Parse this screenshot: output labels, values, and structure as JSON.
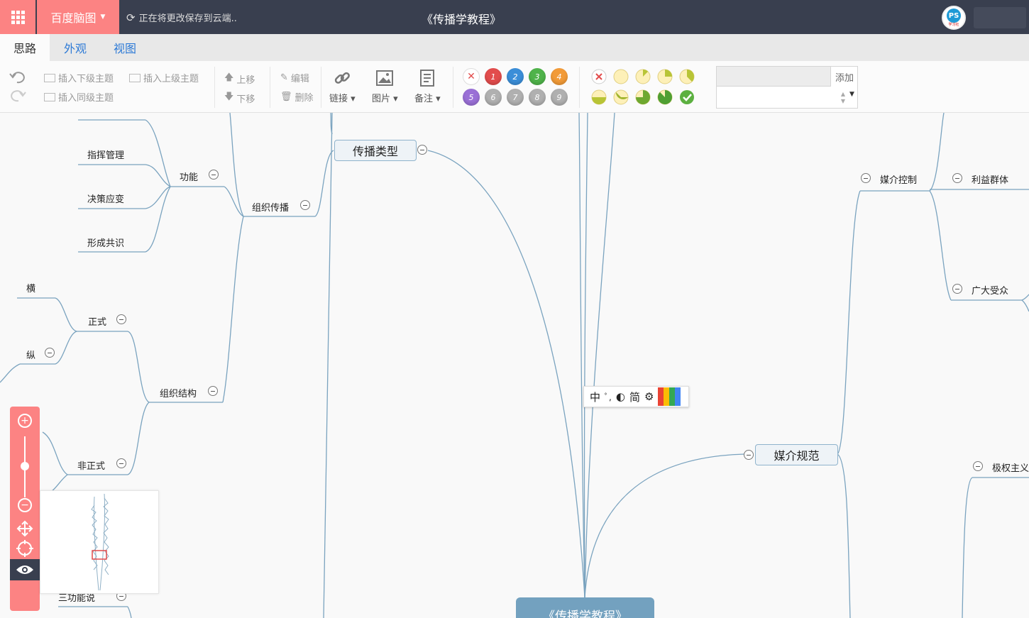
{
  "titlebar": {
    "brand": "百度脑图",
    "save_status": "正在将更改保存到云端..",
    "doc_title": "《传播学教程》",
    "avatar_text": "PS",
    "avatar_sub": "学习社",
    "apps_icon": "grid-icon"
  },
  "tabs": [
    {
      "label": "思路"
    },
    {
      "label": "外观"
    },
    {
      "label": "视图"
    }
  ],
  "toolbar": {
    "insert_child": "插入下级主题",
    "insert_parent": "插入上级主题",
    "insert_sibling": "插入同级主题",
    "move_up": "上移",
    "move_down": "下移",
    "edit": "编辑",
    "delete": "删除",
    "link": "链接",
    "image": "图片",
    "note": "备注",
    "priorities": [
      "1",
      "2",
      "3",
      "4",
      "5",
      "6",
      "7",
      "8",
      "9"
    ],
    "resource_add": "添加",
    "colors": {
      "p1": "#e24c4c",
      "p2": "#3b8ed8",
      "p3": "#4fb34a",
      "p4": "#f29b38",
      "p5": "#9a70d6",
      "gray": "#b0b0b0"
    }
  },
  "mindmap": {
    "root": "《传播学教程》",
    "nodes": {
      "zhihui": "指挥管理",
      "juece": "决策应变",
      "gongshi": "形成共识",
      "gongneng": "功能",
      "zuzhichuanbo": "组织传播",
      "chuanboleixing": "传播类型",
      "heng": "横",
      "zhengshi": "正式",
      "zong": "纵",
      "zuzhijiegou": "组织结构",
      "feizhengshi": "非正式",
      "sangongneng": "三功能说",
      "meijiekongzhi": "媒介控制",
      "liyiqunti": "利益群体",
      "guangdashouzhong": "广大受众",
      "meijieguifan": "媒介规范",
      "jiquanzhuyi": "极权主义"
    }
  },
  "ime": {
    "mode": "中",
    "half": "ﾟ,",
    "simp": "简"
  }
}
